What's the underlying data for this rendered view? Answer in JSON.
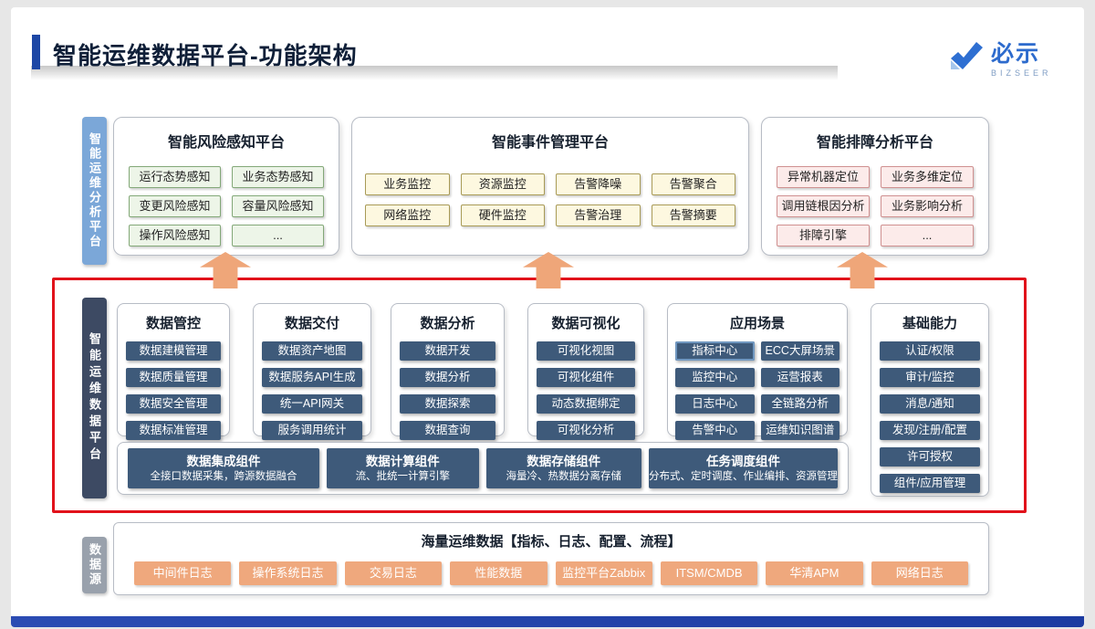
{
  "header": {
    "title": "智能运维数据平台-功能架构",
    "logo_text": "必示",
    "logo_subtext": "BIZSEER"
  },
  "analysis_band": {
    "side_label": "智能运维分析平台",
    "risk": {
      "title": "智能风险感知平台",
      "items": [
        "运行态势感知",
        "业务态势感知",
        "变更风险感知",
        "容量风险感知",
        "操作风险感知",
        "..."
      ]
    },
    "event": {
      "title": "智能事件管理平台",
      "items": [
        "业务监控",
        "资源监控",
        "告警降噪",
        "告警聚合",
        "网络监控",
        "硬件监控",
        "告警治理",
        "告警摘要"
      ]
    },
    "troubleshoot": {
      "title": "智能排障分析平台",
      "items": [
        "异常机器定位",
        "业务多维定位",
        "调用链根因分析",
        "业务影响分析",
        "排障引擎",
        "..."
      ]
    }
  },
  "data_band": {
    "side_label": "智能运维数据平台",
    "columns": [
      {
        "title": "数据管控",
        "items": [
          "数据建模管理",
          "数据质量管理",
          "数据安全管理",
          "数据标准管理"
        ]
      },
      {
        "title": "数据交付",
        "items": [
          "数据资产地图",
          "数据服务API生成",
          "统一API网关",
          "服务调用统计"
        ]
      },
      {
        "title": "数据分析",
        "items": [
          "数据开发",
          "数据分析",
          "数据探索",
          "数据查询"
        ]
      },
      {
        "title": "数据可视化",
        "items": [
          "可视化视图",
          "可视化组件",
          "动态数据绑定",
          "可视化分析"
        ]
      },
      {
        "title": "应用场景",
        "items": [
          "指标中心",
          "ECC大屏场景",
          "监控中心",
          "运营报表",
          "日志中心",
          "全链路分析",
          "告警中心",
          "运维知识图谱"
        ]
      },
      {
        "title": "基础能力",
        "items": [
          "认证/权限",
          "审计/监控",
          "消息/通知",
          "发现/注册/配置",
          "许可授权",
          "组件/应用管理"
        ]
      }
    ],
    "components": [
      {
        "title": "数据集成组件",
        "desc": "全接口数据采集，跨源数据融合"
      },
      {
        "title": "数据计算组件",
        "desc": "流、批统一计算引擎"
      },
      {
        "title": "数据存储组件",
        "desc": "海量冷、热数据分离存储"
      },
      {
        "title": "任务调度组件",
        "desc": "分布式、定时调度、作业编排、资源管理"
      }
    ]
  },
  "source_band": {
    "side_label": "数据源",
    "title": "海量运维数据【指标、日志、配置、流程】",
    "items": [
      "中间件日志",
      "操作系统日志",
      "交易日志",
      "性能数据",
      "监控平台Zabbix",
      "ITSM/CMDB",
      "华清APM",
      "网络日志"
    ]
  },
  "colors": {
    "accent_blue": "#1d47a5",
    "side_light_blue": "#7ba7d8",
    "side_dark_navy": "#3d4a63",
    "side_gray": "#99a1ac",
    "dark_button": "#3e5a7a",
    "highlight_red": "#e1121b",
    "arrow_orange": "#efa679",
    "source_orange": "#efa87d",
    "tag_green_border": "#83a878",
    "tag_yellow_border": "#a89a56",
    "tag_pink_border": "#cf9090"
  }
}
